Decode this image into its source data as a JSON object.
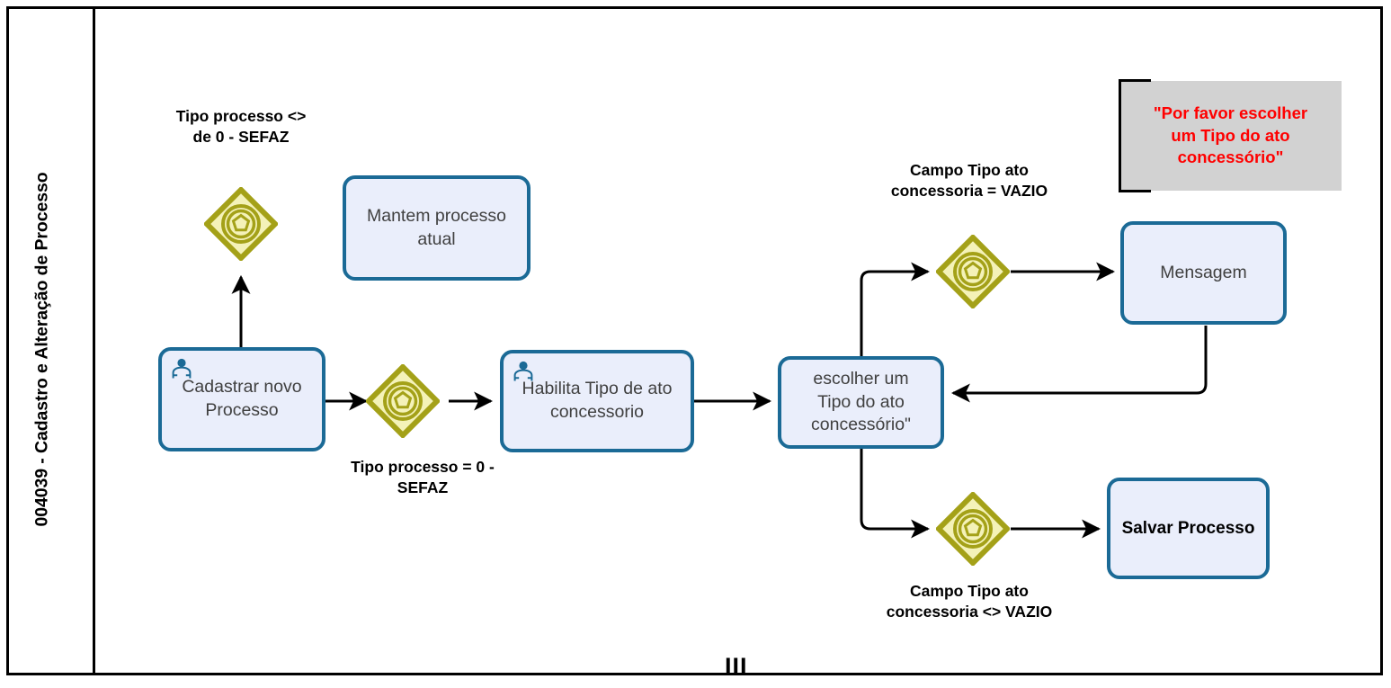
{
  "diagram": {
    "type": "bpmn-process-flow",
    "lane": {
      "title": "004039 - Cadastro e Alteração de Processo"
    },
    "phase_marker": "III",
    "colors": {
      "task_fill": "#eaeefb",
      "task_border": "#1b6a96",
      "gateway_fill": "#f4f2b8",
      "gateway_border": "#a4a118",
      "annotation_fill": "#d2d2d2",
      "annotation_text": "#ff0000",
      "connector": "#000000",
      "frame": "#000000"
    },
    "tasks": [
      {
        "id": "cadastrar-novo-processo",
        "label": "Cadastrar  novo\nProcesso",
        "icon": "user-icon",
        "bold": false
      },
      {
        "id": "mantem-processo-atual",
        "label": "Mantem processo\natual",
        "icon": null,
        "bold": false
      },
      {
        "id": "habilita-tipo-de-ato-concessorio",
        "label": "Habilita Tipo de ato\nconcessorio",
        "icon": "user-icon",
        "bold": false
      },
      {
        "id": "escolher-um-tipo-do-ato-concessorio",
        "label": "escolher um\nTipo do ato\nconcessório\"",
        "icon": null,
        "bold": false
      },
      {
        "id": "mensagem",
        "label": "Mensagem",
        "icon": null,
        "bold": false
      },
      {
        "id": "salvar-processo",
        "label": "Salvar Processo",
        "icon": null,
        "bold": true
      }
    ],
    "gateways": [
      {
        "id": "gateway-tipo-processo-diferente",
        "kind": "event-based-gateway"
      },
      {
        "id": "gateway-tipo-processo",
        "kind": "event-based-gateway"
      },
      {
        "id": "gateway-campo-vazio",
        "kind": "event-based-gateway"
      },
      {
        "id": "gateway-campo-nao-vazio",
        "kind": "event-based-gateway"
      }
    ],
    "condition_labels": [
      {
        "id": "cond-tipo-processo-diferente",
        "text": "Tipo processo <>\nde 0 - SEFAZ"
      },
      {
        "id": "cond-tipo-processo-igual",
        "text": "Tipo processo  = 0 -\nSEFAZ"
      },
      {
        "id": "cond-campo-vazio",
        "text": "Campo Tipo ato\nconcessoria = VAZIO"
      },
      {
        "id": "cond-campo-nao-vazio",
        "text": "Campo Tipo ato\nconcessoria <> VAZIO"
      }
    ],
    "annotation": {
      "id": "annotation-mensagem",
      "text": "\"Por favor escolher\num Tipo do ato\nconcessório\""
    }
  }
}
